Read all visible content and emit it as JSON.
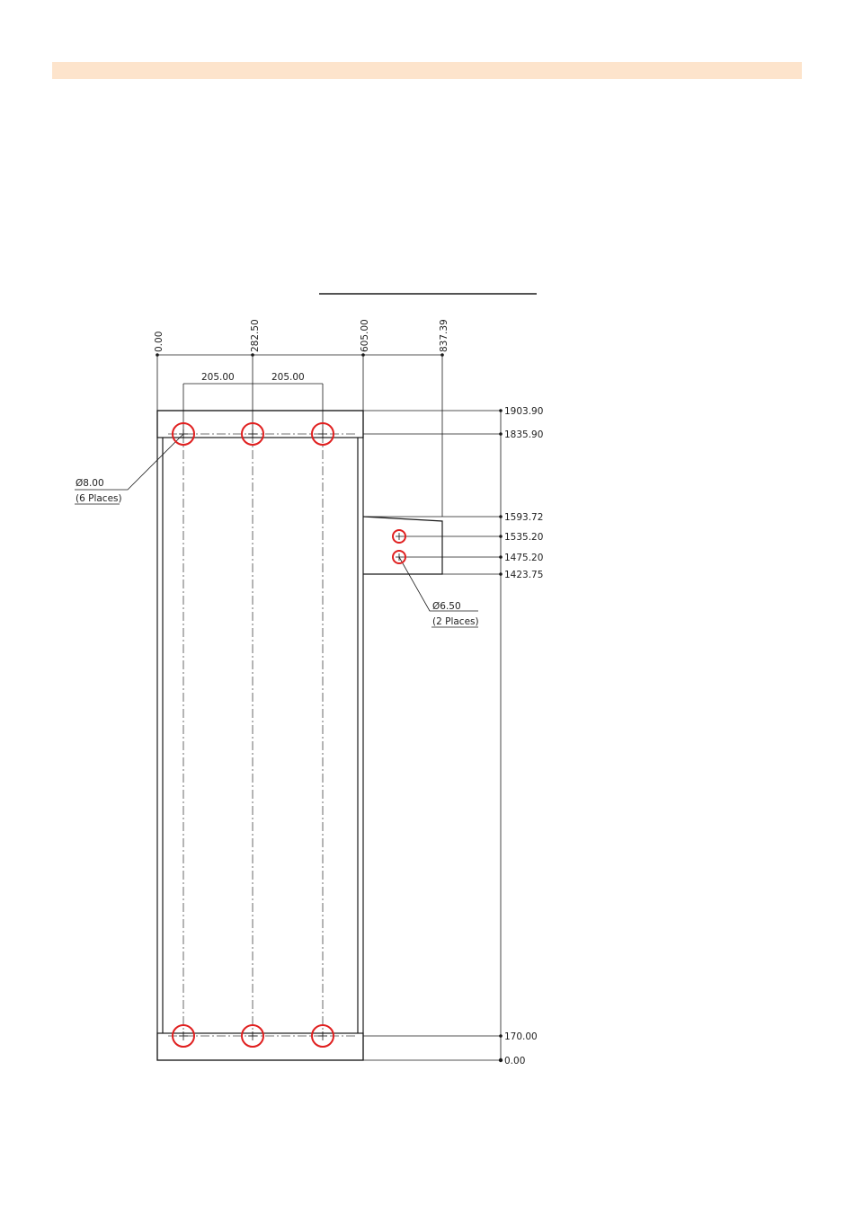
{
  "colors": {
    "header_band": "#fde4cc",
    "line": "#1a1a1a",
    "hole_marker": "#e02020"
  },
  "dimensions": {
    "horizontal": [
      "0.00",
      "282.50",
      "605.00",
      "837.39"
    ],
    "spacing": [
      "205.00",
      "205.00"
    ],
    "vertical": [
      "1903.90",
      "1835.90",
      "1593.72",
      "1535.20",
      "1475.20",
      "1423.75",
      "170.00",
      "0.00"
    ]
  },
  "callouts": {
    "large_holes": {
      "diameter": "Ø8.00",
      "count": "(6 Places)"
    },
    "small_holes": {
      "diameter": "Ø6.50",
      "count": "(2 Places)"
    }
  }
}
